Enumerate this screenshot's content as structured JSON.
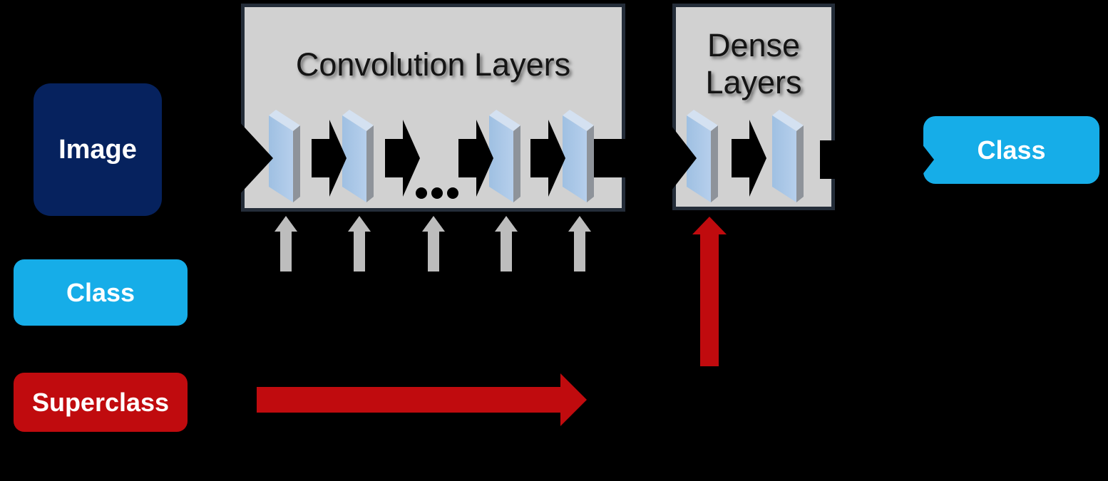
{
  "scene": {
    "image_node": {
      "label": "Image"
    },
    "class_input_node": {
      "label": "Class"
    },
    "superclass_node": {
      "label": "Superclass"
    },
    "conv_block": {
      "title": "Convolution Layers",
      "ellipsis": "...",
      "slab_count": 4,
      "gray_input_arrow_count": 5
    },
    "dense_block": {
      "title": "Dense Layers",
      "slab_count": 2
    },
    "class_output_node": {
      "label": "Class"
    },
    "colors": {
      "background": "#000000",
      "image_node": "#06225e",
      "class_node": "#16ade8",
      "superclass_node": "#c00b0e",
      "red_arrow": "#c00b0e",
      "block_fill": "#d1d1d1",
      "block_border": "#242d39",
      "flow_arrow": "#000000",
      "gray_arrow": "#bdbdbd",
      "slab_front": "#a9c6e6",
      "slab_side": "#8e939a",
      "slab_top": "#d4e1f1",
      "title_text": "#141414",
      "label_text": "#ffffff"
    }
  }
}
